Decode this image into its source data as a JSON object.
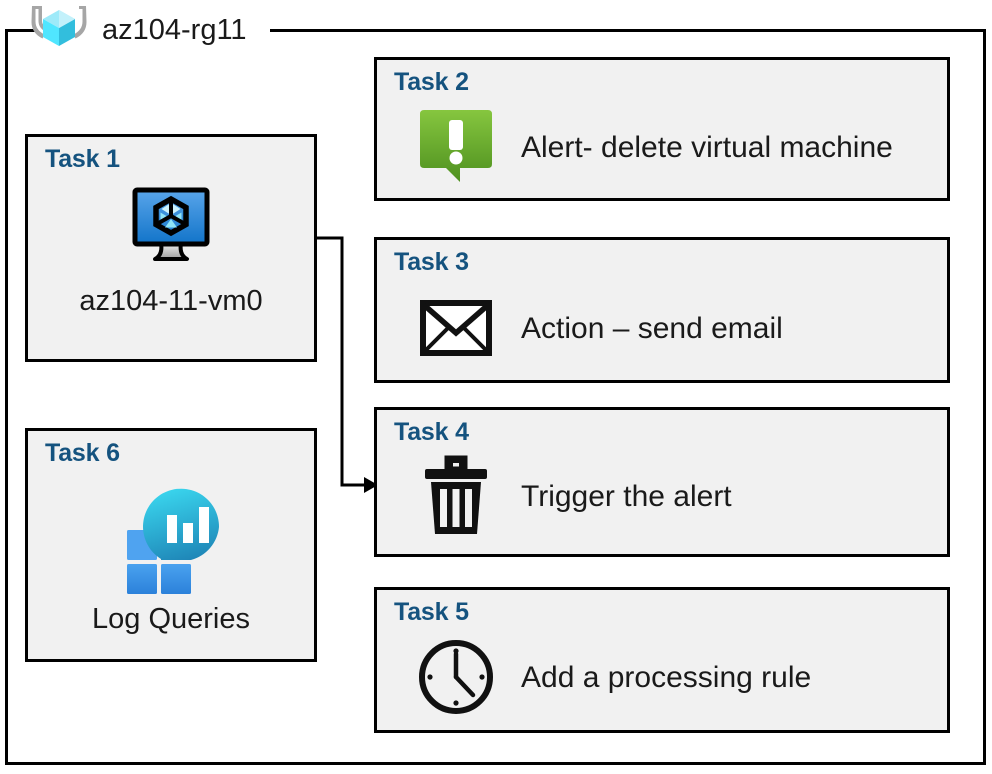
{
  "resource_group": {
    "name": "az104-rg11",
    "icon": "azure-resource-group-icon"
  },
  "colors": {
    "task_label": "#15537f",
    "card_background": "#f1f1f1",
    "border": "#000000",
    "alert_green_light": "#7fba32",
    "alert_green_dark": "#4f8f21",
    "vm_blue_light": "#4f9ae8",
    "vm_blue_dark": "#1b6fc4",
    "log_analytics_teal": "#34d0e8",
    "log_analytics_blue": "#2a8fd4",
    "tile_blue": "#3b95e0"
  },
  "cards": {
    "task1": {
      "label": "Task 1",
      "caption": "az104-11-vm0",
      "icon": "virtual-machine-icon"
    },
    "task2": {
      "label": "Task 2",
      "text": "Alert- delete virtual machine",
      "icon": "alert-bubble-icon"
    },
    "task3": {
      "label": "Task 3",
      "text": "Action – send email",
      "icon": "envelope-icon"
    },
    "task4": {
      "label": "Task 4",
      "text": "Trigger the alert",
      "icon": "trash-can-icon"
    },
    "task5": {
      "label": "Task 5",
      "text": "Add a processing rule",
      "icon": "clock-icon"
    },
    "task6": {
      "label": "Task 6",
      "caption": "Log Queries",
      "icon": "log-analytics-icon"
    }
  },
  "connector": {
    "from": "task1-virtual-machine",
    "to": "task4",
    "arrow": "arrowhead-right"
  }
}
